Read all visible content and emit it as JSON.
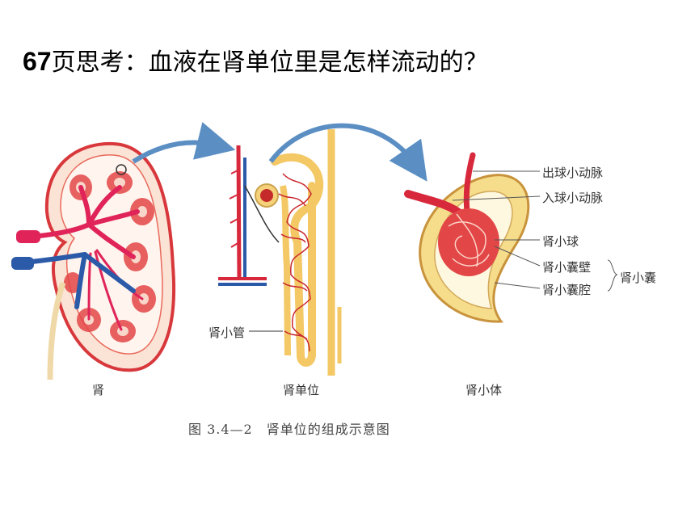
{
  "question": {
    "number": "67",
    "text": "页思考：血液在肾单位里是怎样流动的？"
  },
  "figure": {
    "labels": {
      "kidney": "肾",
      "nephron": "肾单位",
      "renal_corpuscle": "肾小体",
      "renal_tubule": "肾小管",
      "efferent_arteriole": "出球小动脉",
      "afferent_arteriole": "入球小动脉",
      "glomerulus": "肾小球",
      "capsule_wall": "肾小囊壁",
      "capsule_cavity": "肾小囊腔",
      "renal_capsule": "肾小囊"
    },
    "caption": "图 3.4—2　肾单位的组成示意图"
  }
}
